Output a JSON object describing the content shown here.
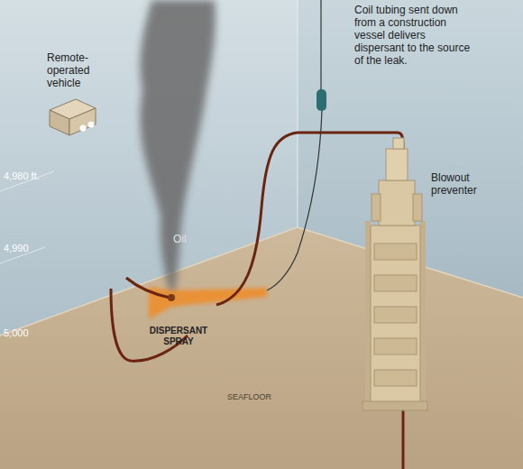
{
  "diagram": {
    "labels": [
      "Remote-operated vehicle",
      "Coil tubing sent down from a construction vessel delivers dispersant to the source of the leak.",
      "Blowout preventer",
      "4,980 ft.",
      "Oil",
      "4,990",
      "DISPERSANT SPRAY",
      "5,000",
      "SEAFLOOR"
    ]
  }
}
